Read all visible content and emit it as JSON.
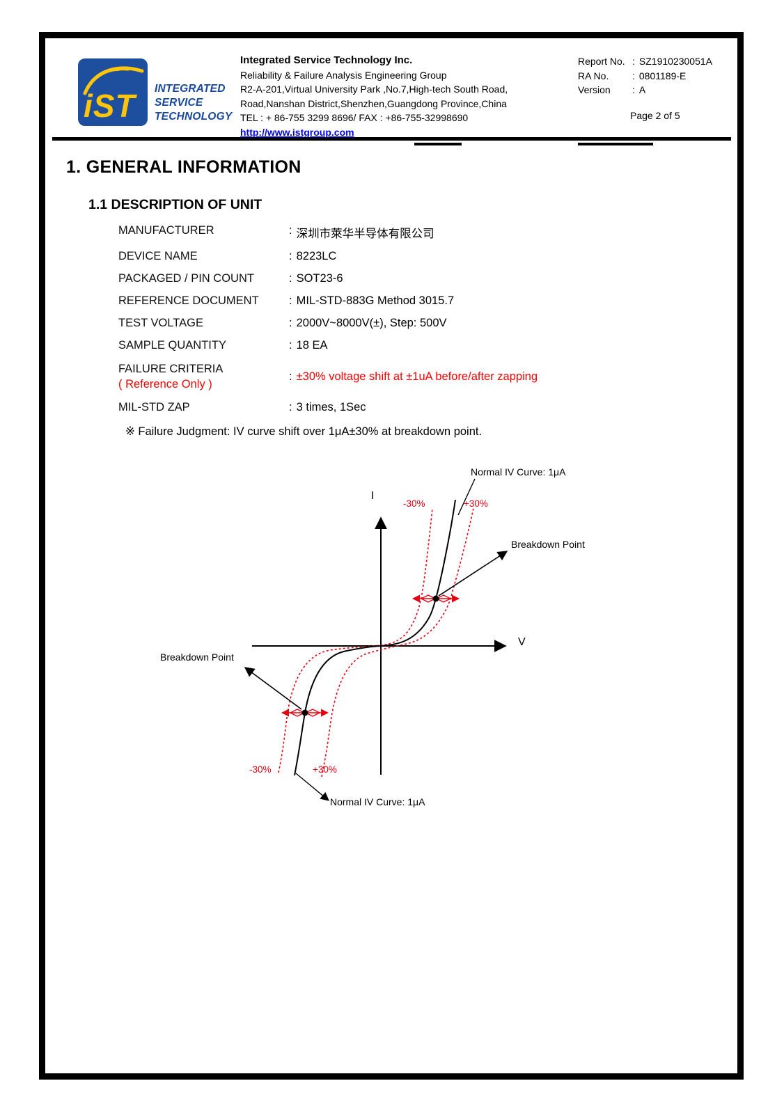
{
  "colors": {
    "brand_blue": "#1d4f9e",
    "brand_yellow": "#ffc50a",
    "accent_red": "#f30000",
    "figure_red": "#e60012",
    "link_blue": "#0000ee"
  },
  "header": {
    "logo": {
      "ist_text": "iST",
      "brand_lines": [
        "INTEGRATED",
        "SERVICE",
        "TECHNOLOGY"
      ]
    },
    "company": {
      "name": "Integrated Service Technology Inc.",
      "group": "Reliability & Failure Analysis Engineering Group",
      "address_line1": "R2-A-201,Virtual University Park ,No.7,High-tech South Road,",
      "address_line2": "Road,Nanshan District,Shenzhen,Guangdong Province,China",
      "tel_fax": "TEL : + 86-755 3299 8696/ FAX : +86-755-32998690",
      "website": "http://www.istgroup.com"
    },
    "meta": {
      "colon": ":",
      "rows": [
        {
          "label": "Report No.",
          "value": "SZ1910230051A"
        },
        {
          "label": "RA No.",
          "value": "0801189-E"
        },
        {
          "label": "Version",
          "value": "A"
        }
      ],
      "page": "Page 2 of 5"
    }
  },
  "section": {
    "title": "1. GENERAL INFORMATION",
    "subtitle": "1.1 DESCRIPTION OF UNIT"
  },
  "unit_description": {
    "colon": ":",
    "rows": [
      {
        "label": "MANUFACTURER",
        "value": "深圳市萊华半导体有限公司"
      },
      {
        "label": "DEVICE NAME",
        "value": "8223LC"
      },
      {
        "label": "PACKAGED / PIN COUNT",
        "value": "SOT23-6"
      },
      {
        "label": "REFERENCE DOCUMENT",
        "value": "MIL-STD-883G Method 3015.7"
      },
      {
        "label": "TEST VOLTAGE",
        "value": "2000V~8000V(±), Step: 500V"
      },
      {
        "label": "SAMPLE QUANTITY",
        "value": "18 EA"
      },
      {
        "label": "FAILURE CRITERIA",
        "label_note": "( Reference Only )",
        "value": "±30% voltage shift at ±1uA before/after zapping"
      },
      {
        "label": "MIL-STD ZAP",
        "value": "3 times, 1Sec"
      }
    ]
  },
  "failure_note": "※ Failure Judgment: IV curve shift over 1μA±30% at breakdown point.",
  "figure": {
    "axis_i": "I",
    "axis_v": "V",
    "minus30_top": "-30%",
    "plus30_top": "+30%",
    "minus30_bottom": "-30%",
    "plus30_bottom": "+30%",
    "normal_curve_top": "Normal IV Curve: 1μA",
    "normal_curve_bottom": "Normal IV Curve: 1μA",
    "breakdown_top": "Breakdown Point",
    "breakdown_left": "Breakdown Point"
  }
}
